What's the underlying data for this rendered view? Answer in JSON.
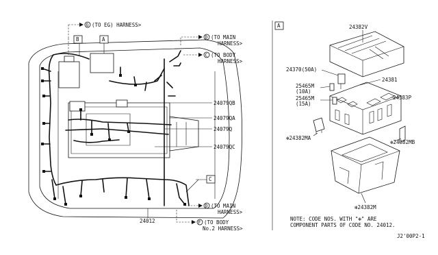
{
  "left_view": {
    "box_a": "A",
    "box_b": "B",
    "box_c": "C",
    "callouts": [
      {
        "id": "to-eg-harness",
        "marker": "G",
        "text": "(TO EG) HARNESS>"
      },
      {
        "id": "to-main-harness-top",
        "marker": "D",
        "text": "(TO MAIN",
        "text2": "HARNESS>"
      },
      {
        "id": "to-body-harness",
        "marker": "C",
        "text": "(TO BODY",
        "text2": "HARNESS>"
      },
      {
        "id": "to-main-harness-bottom",
        "marker": "D",
        "text": "(TO MAIN",
        "text2": "HARNESS>"
      },
      {
        "id": "to-body-no2-harness",
        "marker": "F",
        "text": "(TO BODY",
        "text2": "No.2 HARNESS>"
      }
    ],
    "part_labels": [
      "24079QB",
      "24079QA",
      "24079Q",
      "24079QC",
      "24012"
    ]
  },
  "right_view": {
    "box_a": "A",
    "parts": [
      {
        "id": "24382v",
        "text": "24382V"
      },
      {
        "id": "24370",
        "text": "24370(50A)"
      },
      {
        "id": "24381",
        "text": "24381"
      },
      {
        "id": "25465m-10a",
        "text": "25465M",
        "text2": "(10A)"
      },
      {
        "id": "25465m-15a",
        "text": "25465M",
        "text2": "(15A)"
      },
      {
        "id": "24383p",
        "text": "24383P"
      },
      {
        "id": "24382ma",
        "text": "✻24382MA"
      },
      {
        "id": "24382mb",
        "text": "✻24382MB"
      },
      {
        "id": "24382m",
        "text": "✻24382M"
      }
    ],
    "note_line1": "NOTE: CODE NOS. WITH \"✻\" ARE",
    "note_line2": "COMPONENT PARTS OF CODE NO. 24012.",
    "drawing_number": "J2'00P2-1"
  }
}
